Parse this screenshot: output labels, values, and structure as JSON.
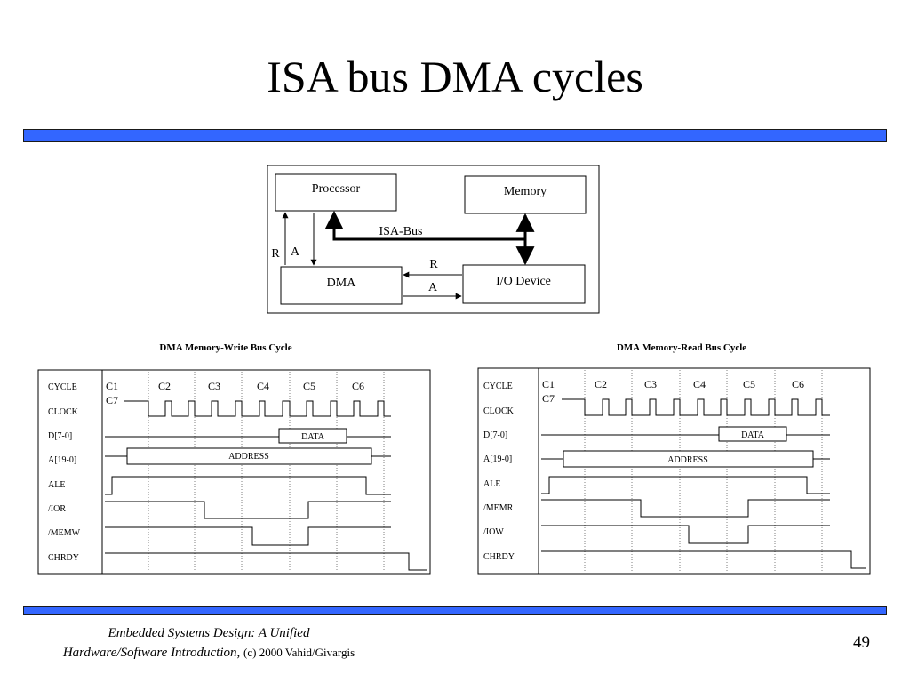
{
  "slide": {
    "title": "ISA bus DMA cycles",
    "footer_line1": "Embedded Systems Design: A Unified",
    "footer_line2": "Hardware/Software Introduction,",
    "footer_copyright": "(c) 2000 Vahid/Givargis",
    "page_number": "49"
  },
  "block_diagram": {
    "processor": "Processor",
    "memory": "Memory",
    "dma": "DMA",
    "io_device": "I/O Device",
    "bus_label": "ISA-Bus",
    "r_left": "R",
    "a_left": "A",
    "r_right": "R",
    "a_right": "A"
  },
  "timing": [
    {
      "title": "DMA Memory-Write Bus Cycle",
      "cycles": [
        "C1",
        "C2",
        "C3",
        "C4",
        "C5",
        "C6"
      ],
      "cycle_extra": "C7",
      "signals": [
        "CYCLE",
        "CLOCK",
        "D[7-0]",
        "A[19-0]",
        "ALE",
        "/IOR",
        "/MEMW",
        "CHRDY"
      ],
      "data_label": "DATA",
      "address_label": "ADDRESS"
    },
    {
      "title": "DMA Memory-Read Bus Cycle",
      "cycles": [
        "C1",
        "C2",
        "C3",
        "C4",
        "C5",
        "C6"
      ],
      "cycle_extra": "C7",
      "signals": [
        "CYCLE",
        "CLOCK",
        "D[7-0]",
        "A[19-0]",
        "ALE",
        "/MEMR",
        "/IOW",
        "CHRDY"
      ],
      "data_label": "DATA",
      "address_label": "ADDRESS"
    }
  ]
}
